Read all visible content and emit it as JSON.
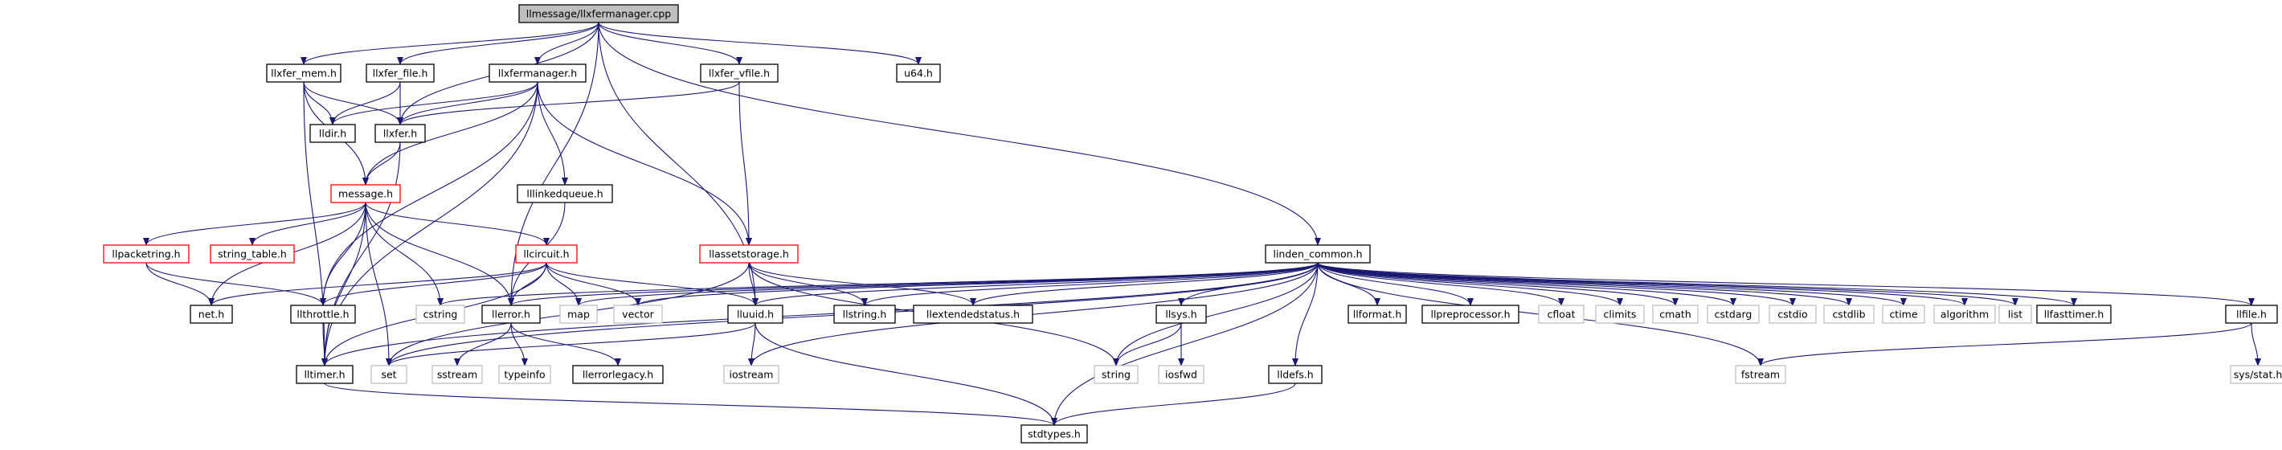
{
  "colors": {
    "edge": "#191970",
    "node_border": "#000000",
    "incomplete_border": "#ff0000",
    "system_border": "#bfbfbf",
    "root_fill": "#bfbfbf"
  },
  "nodes": [
    {
      "id": "root",
      "label": "llmessage/llxfermanager.cpp",
      "style": "root"
    },
    {
      "id": "llxfer_mem",
      "label": "llxfer_mem.h",
      "style": "normal"
    },
    {
      "id": "llxfer_file",
      "label": "llxfer_file.h",
      "style": "normal"
    },
    {
      "id": "llxfermanager",
      "label": "llxfermanager.h",
      "style": "normal"
    },
    {
      "id": "llxfer_vfile",
      "label": "llxfer_vfile.h",
      "style": "normal"
    },
    {
      "id": "u64",
      "label": "u64.h",
      "style": "normal"
    },
    {
      "id": "lldir",
      "label": "lldir.h",
      "style": "normal"
    },
    {
      "id": "llxfer",
      "label": "llxfer.h",
      "style": "normal"
    },
    {
      "id": "message",
      "label": "message.h",
      "style": "red"
    },
    {
      "id": "lllinkedqueue",
      "label": "lllinkedqueue.h",
      "style": "normal"
    },
    {
      "id": "llpacketring",
      "label": "llpacketring.h",
      "style": "red"
    },
    {
      "id": "string_table",
      "label": "string_table.h",
      "style": "red"
    },
    {
      "id": "llcircuit",
      "label": "llcircuit.h",
      "style": "red"
    },
    {
      "id": "llassetstorage",
      "label": "llassetstorage.h",
      "style": "red"
    },
    {
      "id": "linden_common",
      "label": "linden_common.h",
      "style": "normal"
    },
    {
      "id": "net",
      "label": "net.h",
      "style": "normal"
    },
    {
      "id": "llthrottle",
      "label": "llthrottle.h",
      "style": "normal"
    },
    {
      "id": "cstring",
      "label": "cstring",
      "style": "grey"
    },
    {
      "id": "llerror",
      "label": "llerror.h",
      "style": "normal"
    },
    {
      "id": "map",
      "label": "map",
      "style": "grey"
    },
    {
      "id": "vector",
      "label": "vector",
      "style": "grey"
    },
    {
      "id": "lluuid",
      "label": "lluuid.h",
      "style": "normal"
    },
    {
      "id": "llstring",
      "label": "llstring.h",
      "style": "normal"
    },
    {
      "id": "llextendedstatus",
      "label": "llextendedstatus.h",
      "style": "normal"
    },
    {
      "id": "llsys",
      "label": "llsys.h",
      "style": "normal"
    },
    {
      "id": "llformat",
      "label": "llformat.h",
      "style": "normal"
    },
    {
      "id": "llpreprocessor",
      "label": "llpreprocessor.h",
      "style": "normal"
    },
    {
      "id": "cfloat",
      "label": "cfloat",
      "style": "grey"
    },
    {
      "id": "climits",
      "label": "climits",
      "style": "grey"
    },
    {
      "id": "cmath",
      "label": "cmath",
      "style": "grey"
    },
    {
      "id": "cstdarg",
      "label": "cstdarg",
      "style": "grey"
    },
    {
      "id": "cstdio",
      "label": "cstdio",
      "style": "grey"
    },
    {
      "id": "cstdlib",
      "label": "cstdlib",
      "style": "grey"
    },
    {
      "id": "ctime",
      "label": "ctime",
      "style": "grey"
    },
    {
      "id": "algorithm",
      "label": "algorithm",
      "style": "grey"
    },
    {
      "id": "list",
      "label": "list",
      "style": "grey"
    },
    {
      "id": "llfasttimer",
      "label": "llfasttimer.h",
      "style": "normal"
    },
    {
      "id": "llfile",
      "label": "llfile.h",
      "style": "normal"
    },
    {
      "id": "lltimer",
      "label": "lltimer.h",
      "style": "normal"
    },
    {
      "id": "set",
      "label": "set",
      "style": "grey"
    },
    {
      "id": "sstream",
      "label": "sstream",
      "style": "grey"
    },
    {
      "id": "typeinfo",
      "label": "typeinfo",
      "style": "grey"
    },
    {
      "id": "llerrorlegacy",
      "label": "llerrorlegacy.h",
      "style": "normal"
    },
    {
      "id": "iostream",
      "label": "iostream",
      "style": "grey"
    },
    {
      "id": "string",
      "label": "string",
      "style": "grey"
    },
    {
      "id": "iosfwd",
      "label": "iosfwd",
      "style": "grey"
    },
    {
      "id": "lldefs",
      "label": "lldefs.h",
      "style": "normal"
    },
    {
      "id": "fstream",
      "label": "fstream",
      "style": "grey"
    },
    {
      "id": "sys_stat",
      "label": "sys/stat.h",
      "style": "grey"
    },
    {
      "id": "stdtypes",
      "label": "stdtypes.h",
      "style": "normal"
    }
  ],
  "edges": [
    [
      "root",
      "llxfer_mem"
    ],
    [
      "root",
      "llxfer_file"
    ],
    [
      "root",
      "llxfermanager"
    ],
    [
      "root",
      "llxfer_vfile"
    ],
    [
      "root",
      "u64"
    ],
    [
      "root",
      "llxfer"
    ],
    [
      "root",
      "llerror"
    ],
    [
      "root",
      "lluuid"
    ],
    [
      "root",
      "linden_common"
    ],
    [
      "llxfer_mem",
      "lldir"
    ],
    [
      "llxfer_mem",
      "llxfer"
    ],
    [
      "llxfer_mem",
      "message"
    ],
    [
      "llxfer_mem",
      "lltimer"
    ],
    [
      "llxfer_file",
      "lldir"
    ],
    [
      "llxfer_file",
      "llxfer"
    ],
    [
      "llxfermanager",
      "lldir"
    ],
    [
      "llxfermanager",
      "llxfer"
    ],
    [
      "llxfermanager",
      "message"
    ],
    [
      "llxfermanager",
      "lllinkedqueue"
    ],
    [
      "llxfermanager",
      "llthrottle"
    ],
    [
      "llxfermanager",
      "llassetstorage"
    ],
    [
      "llxfermanager",
      "lltimer"
    ],
    [
      "llxfer_vfile",
      "llxfer"
    ],
    [
      "llxfer_vfile",
      "llassetstorage"
    ],
    [
      "llxfer",
      "message"
    ],
    [
      "llxfer",
      "lltimer"
    ],
    [
      "message",
      "llpacketring"
    ],
    [
      "message",
      "string_table"
    ],
    [
      "message",
      "llcircuit"
    ],
    [
      "message",
      "net"
    ],
    [
      "message",
      "llthrottle"
    ],
    [
      "message",
      "cstring"
    ],
    [
      "message",
      "llerror"
    ],
    [
      "message",
      "lltimer"
    ],
    [
      "message",
      "set"
    ],
    [
      "lllinkedqueue",
      "llerror"
    ],
    [
      "llpacketring",
      "net"
    ],
    [
      "llpacketring",
      "llthrottle"
    ],
    [
      "llcircuit",
      "map"
    ],
    [
      "llcircuit",
      "vector"
    ],
    [
      "llcircuit",
      "llerror"
    ],
    [
      "llcircuit",
      "llthrottle"
    ],
    [
      "llcircuit",
      "lluuid"
    ],
    [
      "llcircuit",
      "net"
    ],
    [
      "llcircuit",
      "lltimer"
    ],
    [
      "llassetstorage",
      "lluuid"
    ],
    [
      "llassetstorage",
      "llstring"
    ],
    [
      "llassetstorage",
      "llextendedstatus"
    ],
    [
      "llassetstorage",
      "string"
    ],
    [
      "llassetstorage",
      "set"
    ],
    [
      "linden_common",
      "cstring"
    ],
    [
      "linden_common",
      "map"
    ],
    [
      "linden_common",
      "vector"
    ],
    [
      "linden_common",
      "llerror"
    ],
    [
      "linden_common",
      "llextendedstatus"
    ],
    [
      "linden_common",
      "llstring"
    ],
    [
      "linden_common",
      "lluuid"
    ],
    [
      "linden_common",
      "llsys"
    ],
    [
      "linden_common",
      "llformat"
    ],
    [
      "linden_common",
      "llpreprocessor"
    ],
    [
      "linden_common",
      "cfloat"
    ],
    [
      "linden_common",
      "climits"
    ],
    [
      "linden_common",
      "cmath"
    ],
    [
      "linden_common",
      "cstdarg"
    ],
    [
      "linden_common",
      "cstdio"
    ],
    [
      "linden_common",
      "cstdlib"
    ],
    [
      "linden_common",
      "ctime"
    ],
    [
      "linden_common",
      "algorithm"
    ],
    [
      "linden_common",
      "list"
    ],
    [
      "linden_common",
      "llfasttimer"
    ],
    [
      "linden_common",
      "llfile"
    ],
    [
      "linden_common",
      "iostream"
    ],
    [
      "linden_common",
      "string"
    ],
    [
      "linden_common",
      "lldefs"
    ],
    [
      "linden_common",
      "fstream"
    ],
    [
      "linden_common",
      "stdtypes"
    ],
    [
      "linden_common",
      "lltimer"
    ],
    [
      "linden_common",
      "set"
    ],
    [
      "llthrottle",
      "lltimer"
    ],
    [
      "llerror",
      "sstream"
    ],
    [
      "llerror",
      "typeinfo"
    ],
    [
      "llerror",
      "llerrorlegacy"
    ],
    [
      "lluuid",
      "iostream"
    ],
    [
      "lluuid",
      "stdtypes"
    ],
    [
      "lluuid",
      "set"
    ],
    [
      "lltimer",
      "stdtypes"
    ],
    [
      "llsys",
      "string"
    ],
    [
      "llsys",
      "iosfwd"
    ],
    [
      "lldefs",
      "stdtypes"
    ],
    [
      "llfile",
      "fstream"
    ],
    [
      "llfile",
      "sys_stat"
    ]
  ]
}
